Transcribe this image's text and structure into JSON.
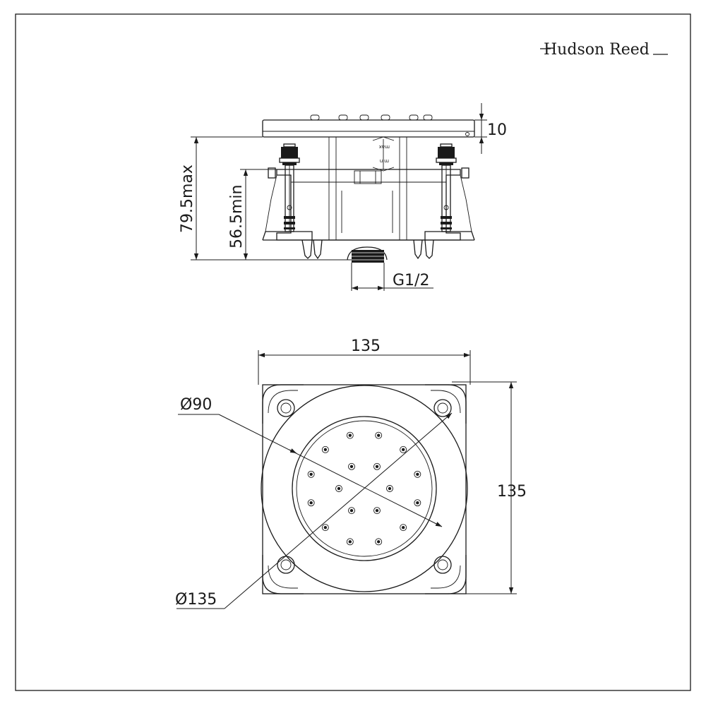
{
  "brand": {
    "name": "Hudson Reed"
  },
  "side_view": {
    "height_max_label": "79.5max",
    "height_min_label": "56.5min",
    "plate_thickness_label": "10",
    "thread_label": "G1/2",
    "arrow_max_label": "max",
    "arrow_min_label": "min"
  },
  "top_view": {
    "width_label": "135",
    "height_label": "135",
    "inner_diameter_label": "Ø90",
    "outer_diameter_label": "Ø135"
  },
  "colors": {
    "line": "#1a1a1a",
    "background": "#ffffff"
  }
}
